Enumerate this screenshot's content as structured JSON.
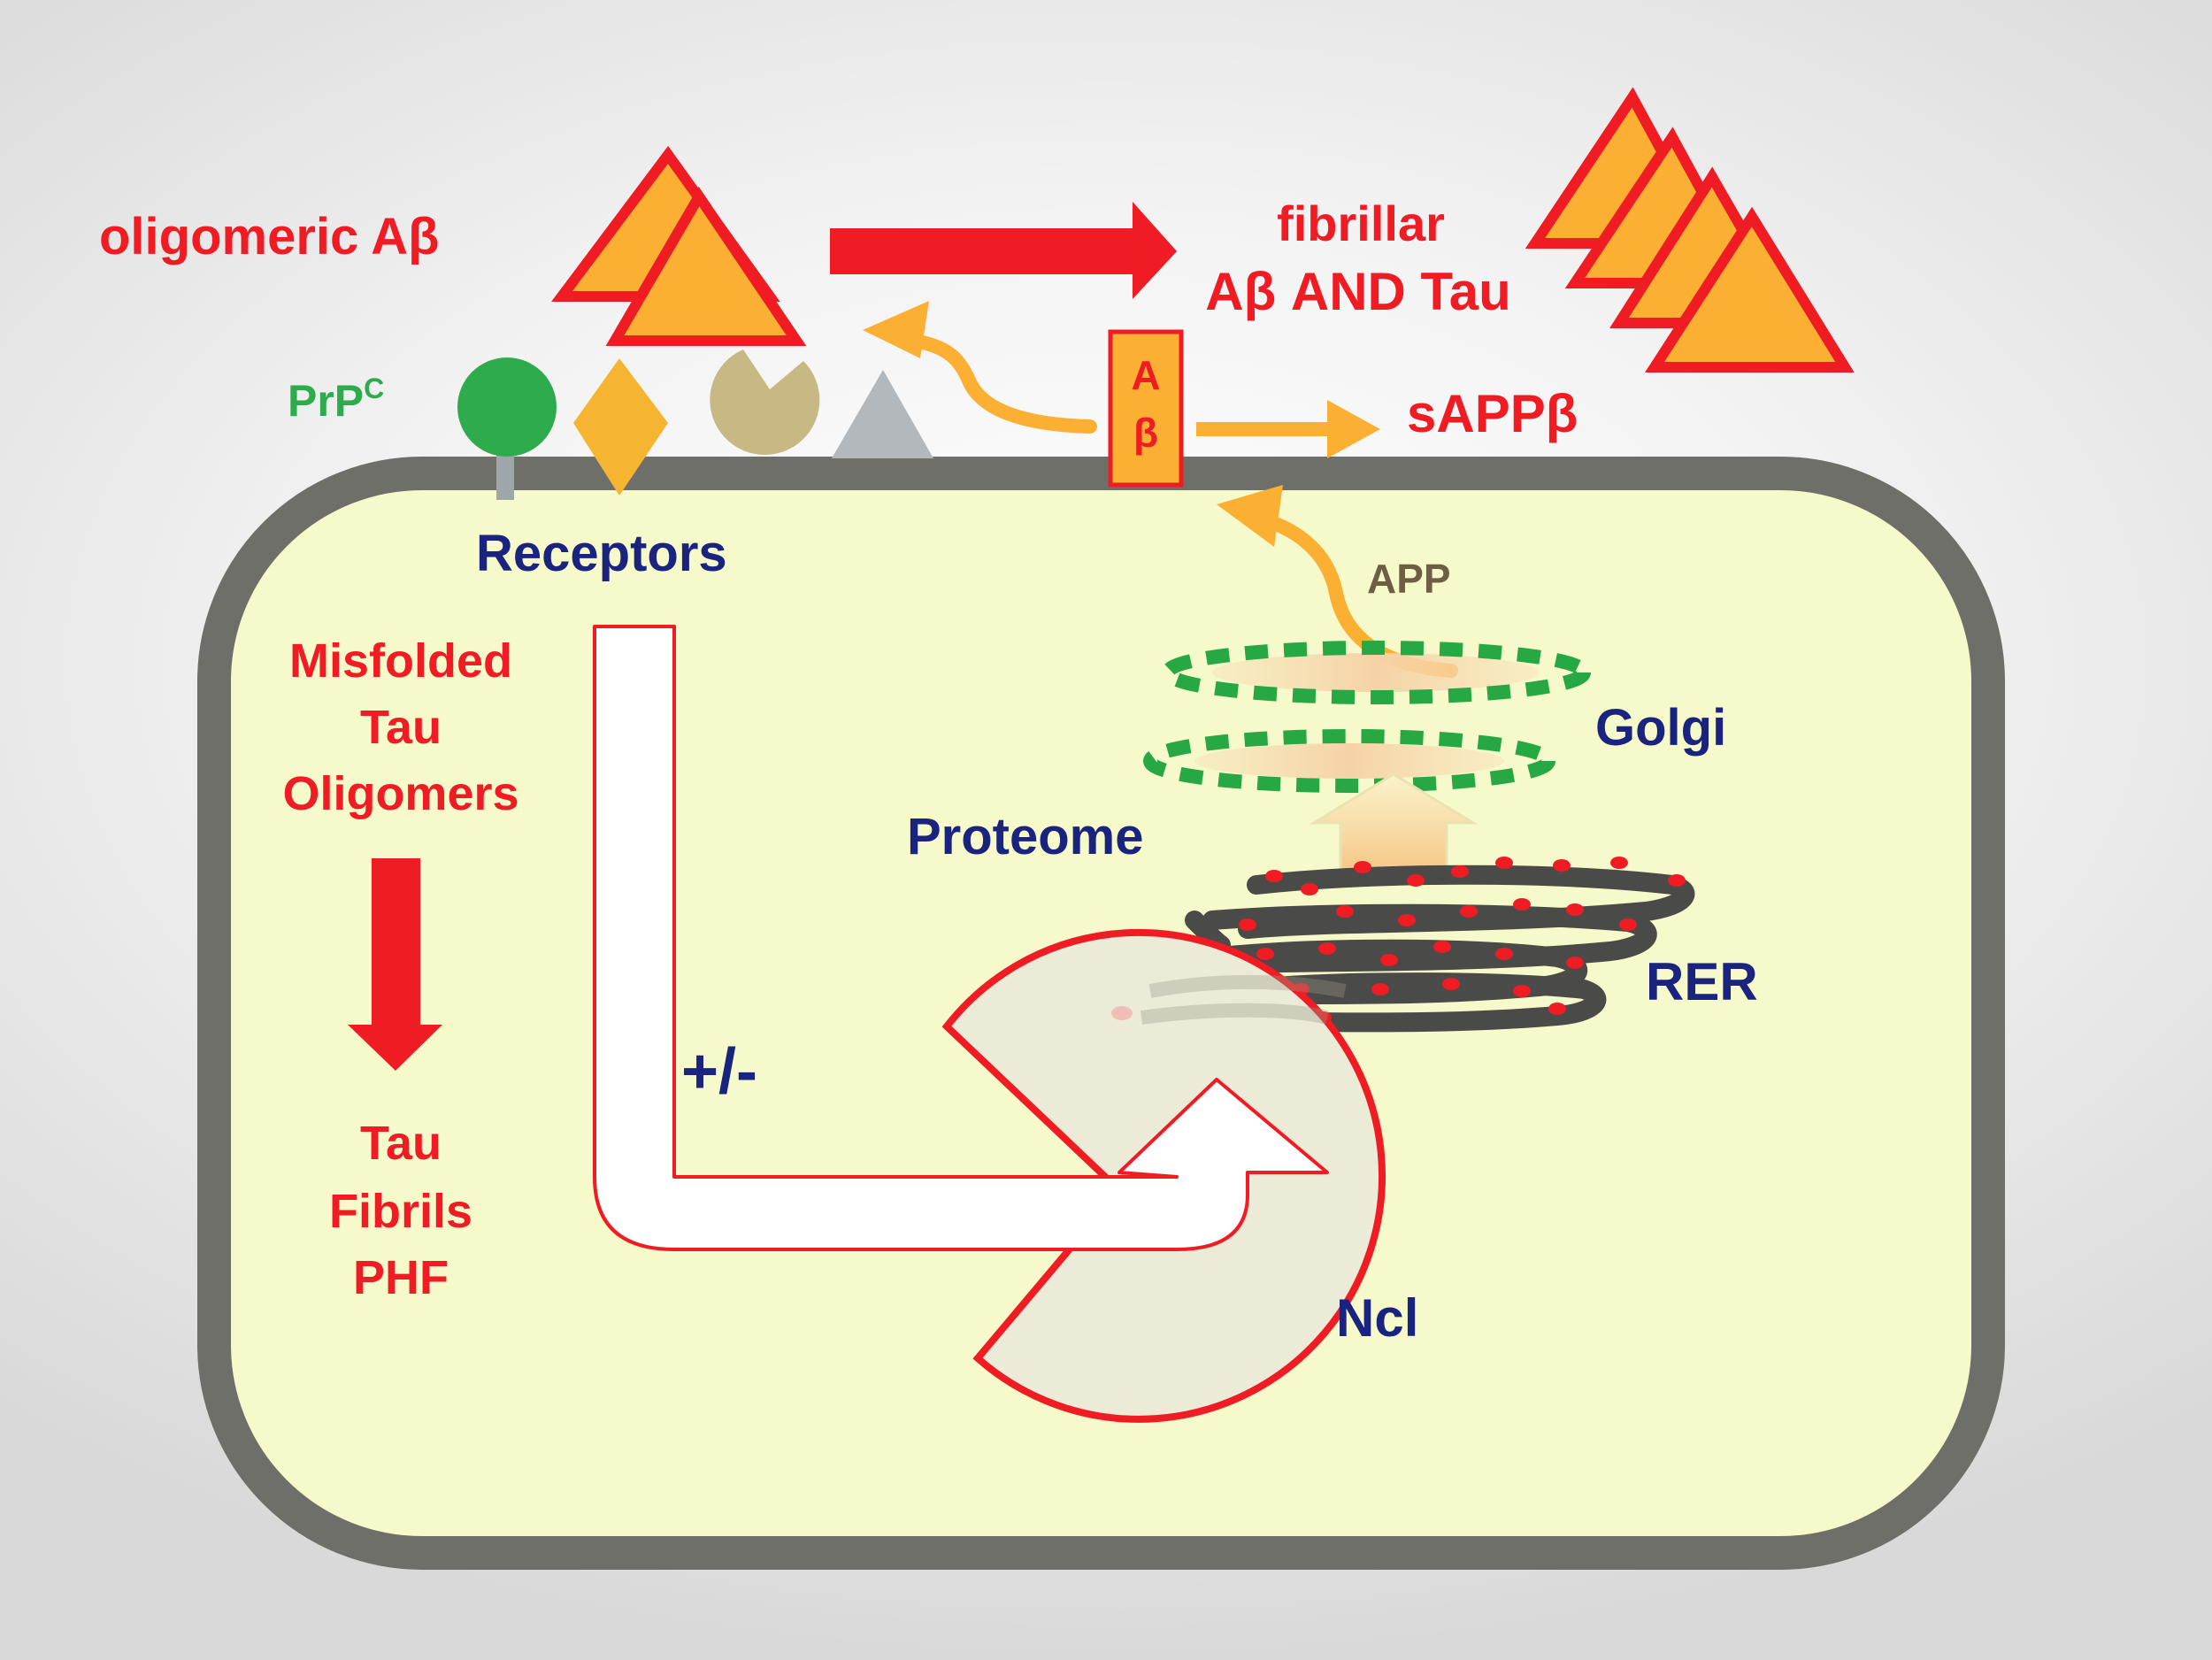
{
  "labels": {
    "oligomeric_abeta": "oligomeric Aβ",
    "fibrillar_line1": "fibrillar",
    "fibrillar_line2": "Aβ AND Tau",
    "prpc_base": "PrP",
    "prpc_sup": "C",
    "sappb": "sAPPβ",
    "abeta_box_line1": "A",
    "abeta_box_line2": "β",
    "app": "APP",
    "receptors": "Receptors",
    "golgi": "Golgi",
    "proteome": "Proteome",
    "rer": "RER",
    "misfolded_line1": "Misfolded",
    "misfolded_line2": "Tau",
    "misfolded_line3": "Oligomers",
    "fibrils_line1": "Tau",
    "fibrils_line2": "Fibrils",
    "fibrils_line3": "PHF",
    "plus_minus": "+/-",
    "ncl": "Ncl"
  },
  "colors": {
    "red": "#f01c24",
    "navy": "#1a237e",
    "orange": "#fbb033",
    "gold": "#f5b530",
    "green": "#2eab4c",
    "cell_fill": "#f6f9c9",
    "cell_border": "#6f6f69",
    "rer": "#4a4a48"
  }
}
